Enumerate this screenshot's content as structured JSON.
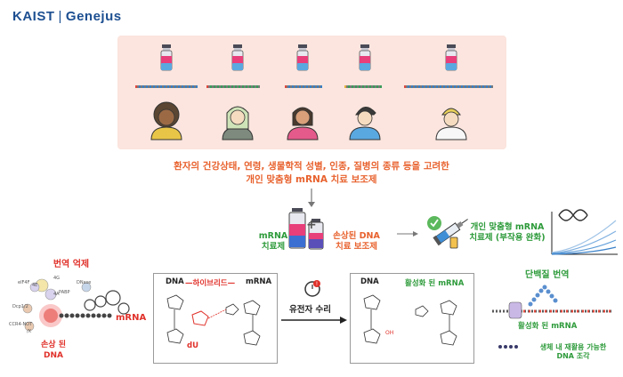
{
  "logo": {
    "kaist": "KAIST",
    "genejus": "Genejus"
  },
  "caption": {
    "line1": "환자의 건강상태, 연령, 생물학적 성별, 인종, 질병의 종류 등을 고려한",
    "line2": "개인 맞춤형 mRNA 치료 보조제"
  },
  "middle": {
    "mrna_therapy": [
      "mRNA",
      "치료제"
    ],
    "damaged_dna_adjuvant": [
      "손상된 DNA",
      "치료 보조제"
    ],
    "personalized": [
      "개인 맞춤형 mRNA",
      "치료제 (부작용 완화)"
    ]
  },
  "left_panel": {
    "title": "번역 억제",
    "mrna": "mRNA",
    "damaged_dna": [
      "손상 된",
      "DNA"
    ],
    "proteins": {
      "eif4f": "eIF4F",
      "eif4e": "4E",
      "eif4g": "4G",
      "eif4a": "4A",
      "pabp": "PABP",
      "dnase": "DNase",
      "dcp": "Dcp1/2",
      "ccr4": "CCR4-NOT",
      "ccr4_tag": "/X"
    }
  },
  "hybrid_box": {
    "dna": "DNA",
    "hybrid": "하이브리드",
    "mrna": "mRNA",
    "du": "dU"
  },
  "repair": {
    "label": "유전자 수리"
  },
  "active_box": {
    "dna": "DNA",
    "active": "활성화 된 mRNA"
  },
  "right_panel": {
    "title": "단백질 번역",
    "active_mrna": "활성화 된 mRNA",
    "reusable_dna": [
      "생체 내 재활용 가능한",
      "DNA 조각"
    ]
  },
  "colors": {
    "orange": "#e8622e",
    "green": "#2e9b3b",
    "red": "#e0312a",
    "blue": "#1d4f91",
    "panel_bg": "#fbe5de"
  },
  "patients": [
    "patient-1",
    "patient-2",
    "patient-3",
    "patient-4",
    "patient-5"
  ]
}
